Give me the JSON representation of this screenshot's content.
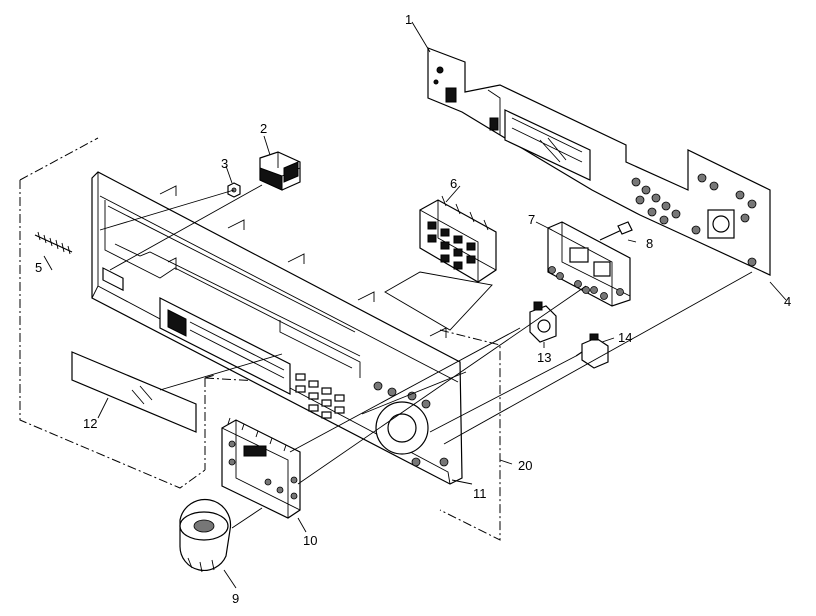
{
  "diagram": {
    "callouts": [
      {
        "id": "1",
        "text": "1"
      },
      {
        "id": "2",
        "text": "2"
      },
      {
        "id": "3",
        "text": "3"
      },
      {
        "id": "4",
        "text": "4"
      },
      {
        "id": "5",
        "text": "5"
      },
      {
        "id": "6",
        "text": "6"
      },
      {
        "id": "7",
        "text": "7"
      },
      {
        "id": "8",
        "text": "8"
      },
      {
        "id": "9",
        "text": "9"
      },
      {
        "id": "10",
        "text": "10"
      },
      {
        "id": "11",
        "text": "11"
      },
      {
        "id": "12",
        "text": "12"
      },
      {
        "id": "13",
        "text": "13"
      },
      {
        "id": "14",
        "text": "14"
      },
      {
        "id": "20",
        "text": "20"
      }
    ]
  }
}
